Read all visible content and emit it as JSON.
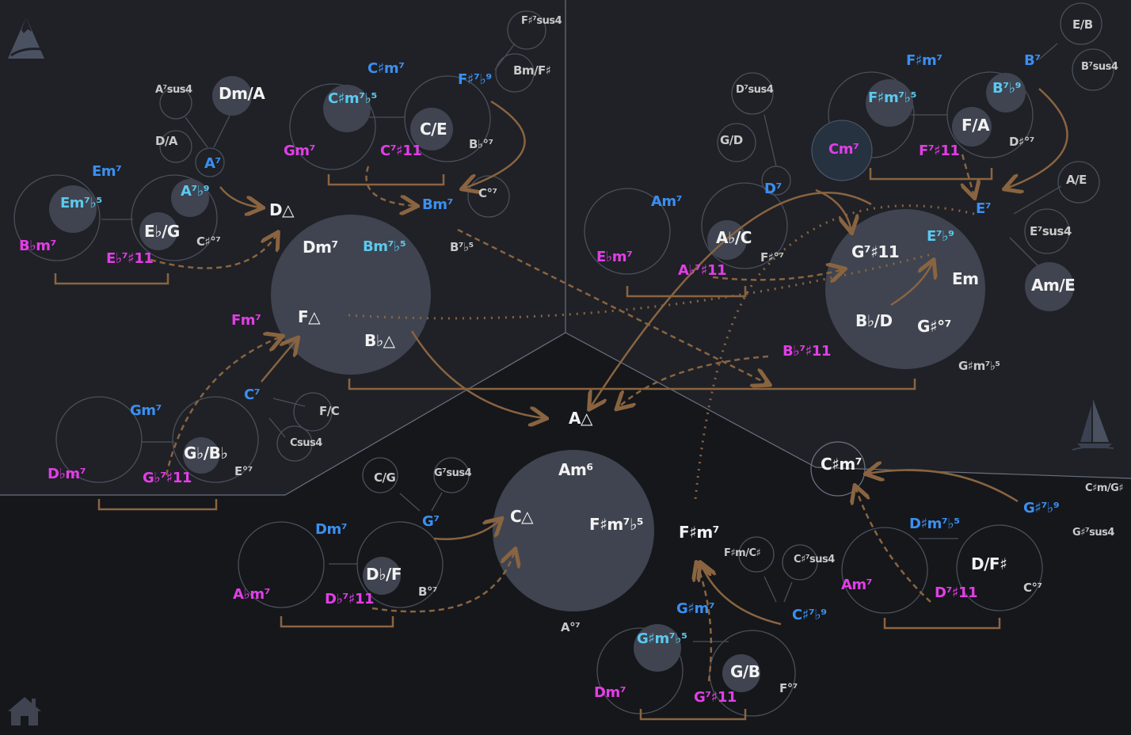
{
  "title": "Chord map",
  "icons": {
    "top_left": "mountain-icon",
    "right": "sailboat-icon",
    "bottom_left": "home-icon"
  },
  "colors": {
    "primary": "#3b8ff0",
    "half_diminished": "#5cc9ef",
    "tritone": "#e23ee6",
    "arrow": "#8a6440",
    "node": "#3f4450"
  },
  "labels": [
    {
      "text": "A⁷sus4",
      "role": "small"
    },
    {
      "text": "Dm/A",
      "role": "white"
    },
    {
      "text": "D/A",
      "role": "gray"
    },
    {
      "text": "A⁷",
      "role": "blue"
    },
    {
      "text": "Em⁷",
      "role": "blue"
    },
    {
      "text": "Em⁷♭⁵",
      "role": "cyan"
    },
    {
      "text": "A⁷♭⁹",
      "role": "cyan"
    },
    {
      "text": "E♭/G",
      "role": "white"
    },
    {
      "text": "B♭m⁷",
      "role": "mag"
    },
    {
      "text": "E♭⁷♯11",
      "role": "mag"
    },
    {
      "text": "C♯°⁷",
      "role": "gray"
    },
    {
      "text": "D△",
      "role": "white"
    },
    {
      "text": "C♯m⁷",
      "role": "blue"
    },
    {
      "text": "C♯m⁷♭⁵",
      "role": "cyan"
    },
    {
      "text": "Gm⁷",
      "role": "mag"
    },
    {
      "text": "F♯⁷♭⁹",
      "role": "blue"
    },
    {
      "text": "C/E",
      "role": "white"
    },
    {
      "text": "C⁷♯11",
      "role": "mag"
    },
    {
      "text": "B♭°⁷",
      "role": "gray"
    },
    {
      "text": "F♯⁷sus4",
      "role": "small"
    },
    {
      "text": "Bm/F♯",
      "role": "gray"
    },
    {
      "text": "Bm⁷",
      "role": "blue"
    },
    {
      "text": "C°⁷",
      "role": "gray"
    },
    {
      "text": "B⁷♭⁵",
      "role": "gray"
    },
    {
      "text": "Dm⁷",
      "role": "white"
    },
    {
      "text": "Bm⁷♭⁵",
      "role": "cyan"
    },
    {
      "text": "F△",
      "role": "white"
    },
    {
      "text": "B♭△",
      "role": "white"
    },
    {
      "text": "Fm⁷",
      "role": "mag"
    },
    {
      "text": "C⁷",
      "role": "blue"
    },
    {
      "text": "Gm⁷",
      "role": "blue"
    },
    {
      "text": "F/C",
      "role": "gray"
    },
    {
      "text": "Csus4",
      "role": "small"
    },
    {
      "text": "G♭/B♭",
      "role": "white"
    },
    {
      "text": "D♭m⁷",
      "role": "mag"
    },
    {
      "text": "G♭⁷♯11",
      "role": "mag"
    },
    {
      "text": "E°⁷",
      "role": "gray"
    },
    {
      "text": "A△",
      "role": "white"
    },
    {
      "text": "D⁷sus4",
      "role": "small"
    },
    {
      "text": "G/D",
      "role": "gray"
    },
    {
      "text": "D⁷",
      "role": "blue"
    },
    {
      "text": "Am⁷",
      "role": "blue"
    },
    {
      "text": "E♭m⁷",
      "role": "mag"
    },
    {
      "text": "A♭/C",
      "role": "white"
    },
    {
      "text": "A♭⁷♯11",
      "role": "mag"
    },
    {
      "text": "F♯°⁷",
      "role": "gray"
    },
    {
      "text": "F♯m⁷",
      "role": "blue"
    },
    {
      "text": "F♯m⁷♭⁵",
      "role": "cyan"
    },
    {
      "text": "Cm⁷",
      "role": "mag"
    },
    {
      "text": "F/A",
      "role": "white"
    },
    {
      "text": "B⁷♭⁹",
      "role": "cyan"
    },
    {
      "text": "F⁷♯11",
      "role": "mag"
    },
    {
      "text": "D♯°⁷",
      "role": "gray"
    },
    {
      "text": "B⁷",
      "role": "blue"
    },
    {
      "text": "E/B",
      "role": "gray"
    },
    {
      "text": "B⁷sus4",
      "role": "small"
    },
    {
      "text": "A/E",
      "role": "gray"
    },
    {
      "text": "E⁷",
      "role": "blue"
    },
    {
      "text": "E⁷sus4",
      "role": "gray"
    },
    {
      "text": "Am/E",
      "role": "white"
    },
    {
      "text": "G⁷♯11",
      "role": "white"
    },
    {
      "text": "E⁷♭⁹",
      "role": "cyan"
    },
    {
      "text": "Em",
      "role": "white"
    },
    {
      "text": "B♭/D",
      "role": "white"
    },
    {
      "text": "G♯°⁷",
      "role": "white"
    },
    {
      "text": "G♯m⁷♭⁵",
      "role": "gray"
    },
    {
      "text": "B♭⁷♯11",
      "role": "mag"
    },
    {
      "text": "C/G",
      "role": "gray"
    },
    {
      "text": "G⁷sus4",
      "role": "small"
    },
    {
      "text": "G⁷",
      "role": "blue"
    },
    {
      "text": "Dm⁷",
      "role": "blue"
    },
    {
      "text": "D♭/F",
      "role": "white"
    },
    {
      "text": "A♭m⁷",
      "role": "mag"
    },
    {
      "text": "D♭⁷♯11",
      "role": "mag"
    },
    {
      "text": "B°⁷",
      "role": "gray"
    },
    {
      "text": "Am⁶",
      "role": "white"
    },
    {
      "text": "C△",
      "role": "white"
    },
    {
      "text": "F♯m⁷♭⁵",
      "role": "white"
    },
    {
      "text": "A°⁷",
      "role": "gray"
    },
    {
      "text": "F♯m⁷",
      "role": "white"
    },
    {
      "text": "F♯m/C♯",
      "role": "small"
    },
    {
      "text": "C♯⁷sus4",
      "role": "small"
    },
    {
      "text": "G♯m⁷",
      "role": "blue"
    },
    {
      "text": "C♯⁷♭⁹",
      "role": "blue"
    },
    {
      "text": "G♯m⁷♭⁵",
      "role": "cyan"
    },
    {
      "text": "G/B",
      "role": "white"
    },
    {
      "text": "Dm⁷",
      "role": "mag"
    },
    {
      "text": "G⁷♯11",
      "role": "mag"
    },
    {
      "text": "F°⁷",
      "role": "gray"
    },
    {
      "text": "C♯m⁷",
      "role": "white"
    },
    {
      "text": "C♯m/G♯",
      "role": "small"
    },
    {
      "text": "G♯⁷♭⁹",
      "role": "blue"
    },
    {
      "text": "G♯⁷sus4",
      "role": "small"
    },
    {
      "text": "D♯m⁷♭⁵",
      "role": "blue"
    },
    {
      "text": "D/F♯",
      "role": "white"
    },
    {
      "text": "Am⁷",
      "role": "mag"
    },
    {
      "text": "D⁷♯11",
      "role": "mag"
    },
    {
      "text": "C°⁷",
      "role": "gray"
    }
  ]
}
